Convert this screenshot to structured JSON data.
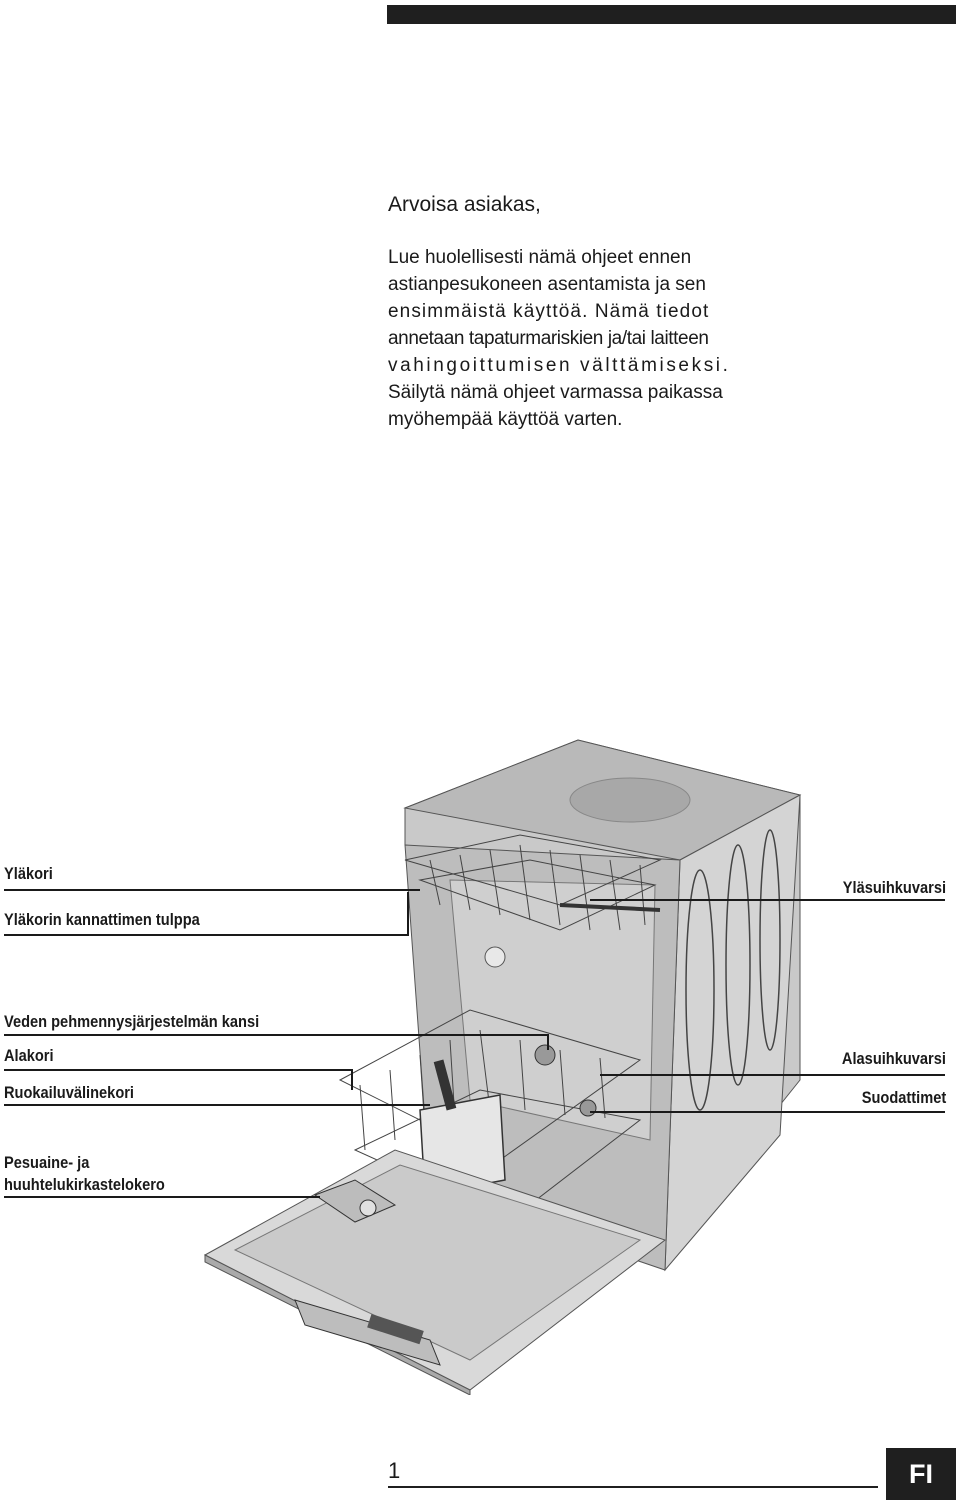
{
  "header": {
    "bar_color": "#1f1f1f"
  },
  "intro": {
    "greeting": "Arvoisa asiakas,",
    "lines": [
      "Lue huolellisesti nämä ohjeet ennen",
      "astianpesukoneen asentamista ja sen",
      "ensimmäistä käyttöä. Nämä tiedot",
      "annetaan  tapaturmariskien ja/tai laitteen",
      "vahingoittumisen välttämiseksi.",
      "Säilytä nämä ohjeet varmassa paikassa",
      "myöhempää käyttöä varten."
    ]
  },
  "diagram": {
    "labels": {
      "upper_basket": "Yläkori",
      "upper_basket_stopper": "Yläkorin kannattimen tulppa",
      "upper_spray_arm": "Yläsuihkuvarsi",
      "softener_cap": "Veden pehmennysjärjestelmän kansi",
      "lower_basket": "Alakori",
      "lower_spray_arm": "Alasuihkuvarsi",
      "cutlery_basket": "Ruokailuvälinekori",
      "filters": "Suodattimet",
      "dispenser_1": "Pesuaine- ja",
      "dispenser_2": "huuhtelukirkastelokero"
    }
  },
  "footer": {
    "page_number": "1",
    "language": "FI"
  }
}
